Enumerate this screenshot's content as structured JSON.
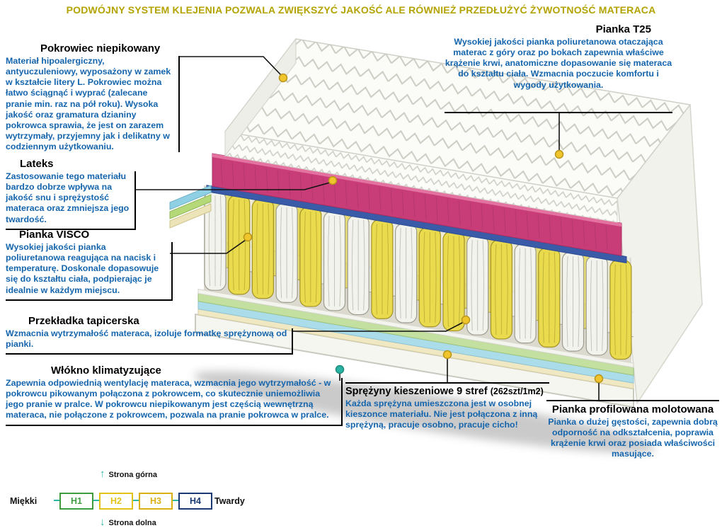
{
  "banner": {
    "text": "PODWÓJNY SYSTEM KLEJENIA POZWALA ZWIĘKSZYĆ JAKOŚĆ ALE RÓWNIEŻ PRZEDŁUŻYĆ ŻYWOTNOŚĆ MATERACA"
  },
  "annotations": {
    "pokrowiec": {
      "title": "Pokrowiec niepikowany",
      "body": "Materiał hipoalergiczny, antyuczuleniowy, wyposażony w zamek w kształcie litery L. Pokrowiec można łatwo ściągnąć i wyprać (zalecane pranie min. raz na pół roku). Wysoka jakość oraz gramatura dzianiny pokrowca sprawia, że jest on zarazem wytrzymały, przyjemny jak i delikatny w codziennym użytkowaniu."
    },
    "lateks": {
      "title": "Lateks",
      "body": "Zastosowanie tego materiału bardzo dobrze wpływa na jakość snu i sprężystość materaca oraz zmniejsza jego twardość."
    },
    "visco": {
      "title": "Pianka VISCO",
      "body": "Wysokiej jakości pianka poliuretanowa reagująca na nacisk i temperaturę. Doskonale dopasowuje się do kształtu ciała, podpierając je idealnie w każdym miejscu."
    },
    "przekladka": {
      "title": "Przekładka tapicerska",
      "body": "Wzmacnia wytrzymałość materaca, izoluje formatkę sprężynową od pianki."
    },
    "wlokno": {
      "title": "Włókno klimatyzujące",
      "body": "Zapewnia odpowiednią wentylację materaca, wzmacnia jego wytrzymałość - w pokrowcu pikowanym połączona z pokrowcem, co skutecznie uniemożliwia jego pranie w pralce. W pokrowcu niepikowanym jest częścią wewnętrzną materaca, nie połączone z pokrowcem, pozwala na pranie pokrowca w pralce."
    },
    "t25": {
      "title": "Pianka T25",
      "body": "Wysokiej jakości pianka poliuretanowa otaczająca materac z góry oraz po bokach zapewnia właściwe krążenie krwi, anatomiczne dopasowanie się materaca do kształtu ciała. Wzmacnia poczucie komfortu i wygody użytkowania."
    },
    "sprezyny": {
      "title": "Sprężyny kieszeniowe 9 stref",
      "count": "(262szt/1m2)",
      "body": "Każda sprężyna umieszczona jest w osobnej kieszonce materiału. Nie jest połączona z inną sprężyną, pracuje osobno, pracuje cicho!"
    },
    "profilowana": {
      "title": "Pianka profilowana molotowana",
      "body": "Pianka o dużej gęstości, zapewnia dobrą odporność na odkształcenia, poprawia krążenie krwi oraz posiada właściwości masujące."
    }
  },
  "scale": {
    "top_label": "Strona górna",
    "bottom_label": "Strona dolna",
    "left_label": "Miękki",
    "right_label": "Twardy",
    "levels": [
      {
        "label": "H1",
        "color": "#3f9c3f"
      },
      {
        "label": "H2",
        "color": "#e2c315"
      },
      {
        "label": "H3",
        "color": "#d9b012"
      },
      {
        "label": "H4",
        "color": "#1b3a75"
      }
    ]
  },
  "icons": {
    "arrow_up": "↑",
    "arrow_down": "↓"
  },
  "colors": {
    "banner_text": "#b3a303",
    "body_text": "#1565ad",
    "callout": "#111111",
    "dot_yellow": "#f0c52c",
    "dot_teal": "#29b3a3",
    "scale_teal": "#2ab5a5",
    "mattress": {
      "cover": "#fbfbf8",
      "quilt_line": "#c9c9c0",
      "pink": "#c83d78",
      "blue_layer": "#3a5ca8",
      "spring_yellow": "#e9da4e",
      "spring_white": "#f3f3ee",
      "band_green": "#c3e0a0",
      "band_blue": "#aadcea",
      "band_cream": "#efe8c2",
      "base": "#f6f6f1",
      "shadow": "#8c8c8c"
    }
  }
}
